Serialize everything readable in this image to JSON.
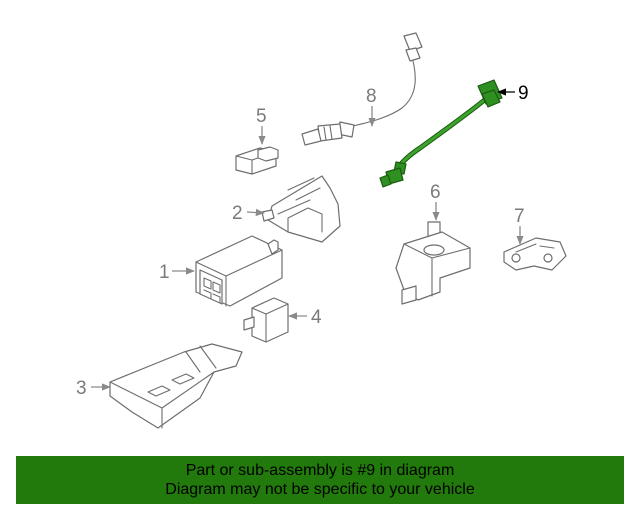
{
  "diagram": {
    "highlight_color": "#2e9020",
    "callouts": [
      {
        "id": "1",
        "label": "1"
      },
      {
        "id": "2",
        "label": "2"
      },
      {
        "id": "3",
        "label": "3"
      },
      {
        "id": "4",
        "label": "4"
      },
      {
        "id": "5",
        "label": "5"
      },
      {
        "id": "6",
        "label": "6"
      },
      {
        "id": "7",
        "label": "7"
      },
      {
        "id": "8",
        "label": "8"
      },
      {
        "id": "9",
        "label": "9",
        "highlighted": true
      }
    ]
  },
  "banner": {
    "background": "#217a0b",
    "line1": "Part or sub-assembly is #9 in diagram",
    "line2": "Diagram may not be specific to your vehicle"
  }
}
